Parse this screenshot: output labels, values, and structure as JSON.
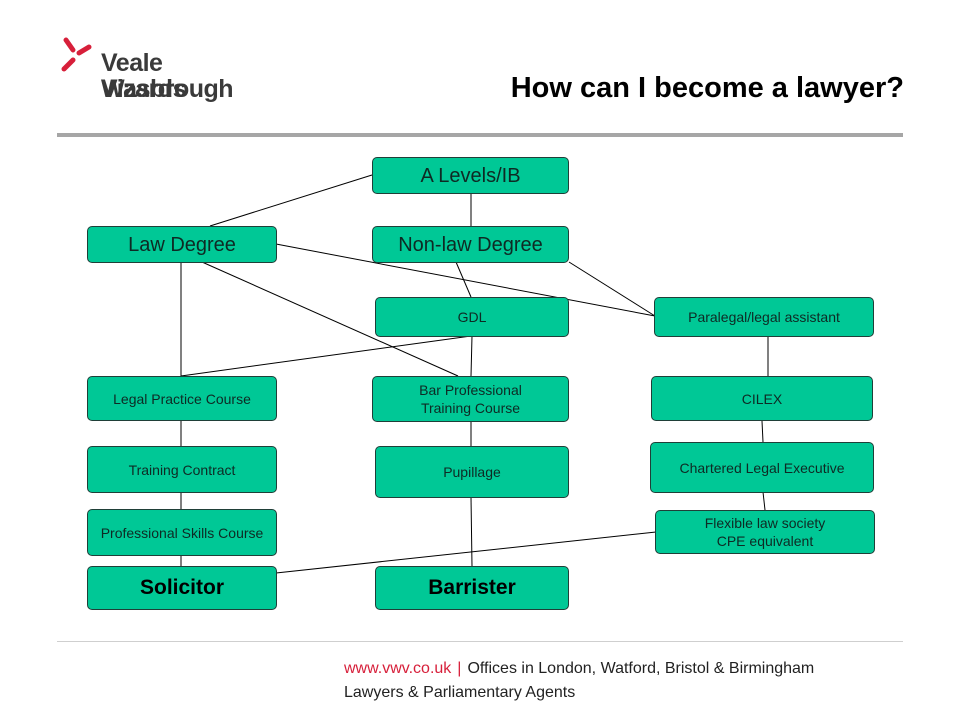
{
  "header": {
    "logo_line1": "Veale Wasbrough",
    "logo_line2": "Vizards",
    "title": "How can I become a lawyer?"
  },
  "diagram": {
    "nodes": {
      "a_levels": "A Levels/IB",
      "law_degree": "Law Degree",
      "non_law_degree": "Non-law Degree",
      "gdl": "GDL",
      "paralegal": "Paralegal/legal assistant",
      "lpc": "Legal Practice Course",
      "bptc": "Bar Professional\nTraining Course",
      "cilex": "CILEX",
      "training_contract": "Training Contract",
      "pupillage": "Pupillage",
      "chartered_legal_exec": "Chartered Legal Executive",
      "psc": "Professional Skills Course",
      "flexible": "Flexible law society\nCPE equivalent",
      "solicitor": "Solicitor",
      "barrister": "Barrister"
    }
  },
  "footer": {
    "url": "www.vwv.co.uk",
    "separator": "|",
    "offices": "Offices in London, Watford, Bristol & Birmingham",
    "tagline": "Lawyers & Parliamentary Agents"
  },
  "colors": {
    "node_fill": "#00c896",
    "brand_red": "#d71f3a",
    "rule_grey": "#a6a6a6"
  }
}
